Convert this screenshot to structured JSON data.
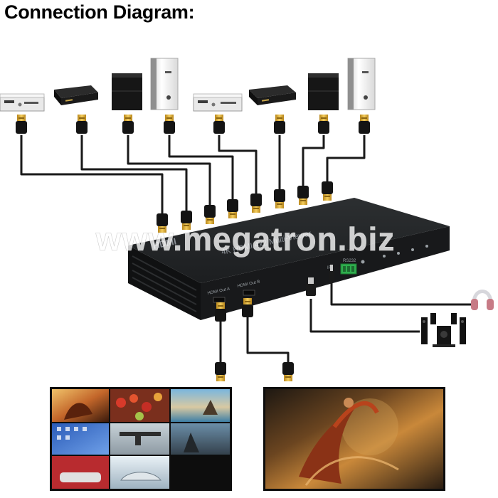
{
  "title": "Connection Diagram:",
  "watermark": "www.megatron.biz",
  "device": {
    "brand": "HDMI",
    "model": "4K HDMI 4x2 Multi-Viewer",
    "out_a_label": "HDMI Out A",
    "out_b_label": "HDMI Out B",
    "rs232_label": "RS232",
    "ir_label": "IR"
  },
  "sources": [
    {
      "name": "dvd-player-1",
      "icon": "dvd-player-icon"
    },
    {
      "name": "set-top-box-1",
      "icon": "set-top-box-icon"
    },
    {
      "name": "game-console-1",
      "icon": "game-console-icon"
    },
    {
      "name": "pc-tower-1",
      "icon": "pc-tower-icon"
    },
    {
      "name": "dvd-player-2",
      "icon": "dvd-player-icon"
    },
    {
      "name": "set-top-box-2",
      "icon": "set-top-box-icon"
    },
    {
      "name": "game-console-2",
      "icon": "game-console-icon"
    },
    {
      "name": "pc-tower-2",
      "icon": "pc-tower-icon"
    }
  ],
  "outputs": [
    {
      "name": "monitor-multiview",
      "layout": "3x3 grid"
    },
    {
      "name": "monitor-fullscreen",
      "layout": "single"
    }
  ],
  "audio": [
    {
      "name": "headphones",
      "icon": "headphones-icon"
    },
    {
      "name": "speaker-system",
      "icon": "speakers-icon"
    }
  ],
  "colors": {
    "cable": "#1a1a1a",
    "connector_gold": "#e6b030",
    "device_body": "#222426",
    "rs232_terminal": "#2fae4e"
  }
}
